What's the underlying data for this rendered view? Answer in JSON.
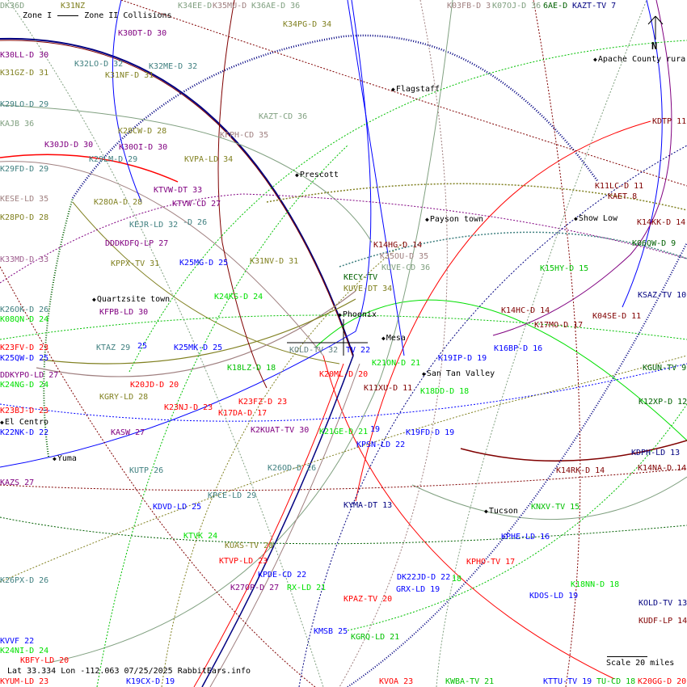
{
  "legend": {
    "zone1": "Zone I",
    "zone2": "Zone II Collisions"
  },
  "footer": "Lat 33.334 Lon -112.063 07/25/2025 RabbitEars.info",
  "scale": "Scale 20 miles",
  "north": "N",
  "colors": {
    "olive": "#808020",
    "purple": "#800080",
    "teal": "#408080",
    "green": "#00c000",
    "brightgreen": "#00e000",
    "red": "#ff0000",
    "darkred": "#800000",
    "blue": "#0000ff",
    "navy": "#000080",
    "greygreen": "#80a080",
    "mauve": "#a08080",
    "darkgreen": "#006000"
  },
  "cities": [
    "Flagstaff",
    "Apache County rura",
    "Prescott",
    "Payson town",
    "Show Low",
    "Quartzsite town",
    "Phoenix",
    "Mesa",
    "San Tan Valley",
    "El Centro",
    "Yuma",
    "Tucson"
  ],
  "stations": [
    {
      "label": "DK36D",
      "color": "#80a080"
    },
    {
      "label": "K31NZ",
      "color": "#808020"
    },
    {
      "label": "K34EE-D",
      "color": "#80a080"
    },
    {
      "label": "K35MU-D",
      "color": "#a08080"
    },
    {
      "label": "K36AE-D 36",
      "color": "#80a080"
    },
    {
      "label": "K30DT-D 30",
      "color": "#800080"
    },
    {
      "label": "K34PG-D 34",
      "color": "#808020"
    },
    {
      "label": "K30LL-D 30",
      "color": "#800080"
    },
    {
      "label": "K32LO-D 32",
      "color": "#408080"
    },
    {
      "label": "K32ME-D 32",
      "color": "#408080"
    },
    {
      "label": "K31GZ-D 31",
      "color": "#808020"
    },
    {
      "label": "K31NF-D 31",
      "color": "#808020"
    },
    {
      "label": "K29LO-D 29",
      "color": "#408080"
    },
    {
      "label": "KAJB 36",
      "color": "#80a080"
    },
    {
      "label": "KAZT-CD 36",
      "color": "#80a080"
    },
    {
      "label": "K28CW-D 28",
      "color": "#808020"
    },
    {
      "label": "KFPH-CD 35",
      "color": "#a08080"
    },
    {
      "label": "K30JD-D 30",
      "color": "#800080"
    },
    {
      "label": "K30OI-D 30",
      "color": "#800080"
    },
    {
      "label": "K29LM-D 29",
      "color": "#408080"
    },
    {
      "label": "KVPA-LD 34",
      "color": "#808020"
    },
    {
      "label": "K29FD-D 29",
      "color": "#408080"
    },
    {
      "label": "KTVW-DT 33",
      "color": "#800080"
    },
    {
      "label": "KESE-LD 35",
      "color": "#a08080"
    },
    {
      "label": "K28OA-D 28",
      "color": "#808020"
    },
    {
      "label": "KTVW-CD 27",
      "color": "#800080"
    },
    {
      "label": "K28PO-D 28",
      "color": "#808020"
    },
    {
      "label": "KEJR-LD 32",
      "color": "#408080"
    },
    {
      "label": "-D 26",
      "color": "#408080"
    },
    {
      "label": "DDDKDFQ-LP 27",
      "color": "#800080"
    },
    {
      "label": "K33MD-D 33",
      "color": "#a06090"
    },
    {
      "label": "KPPX-TV 31",
      "color": "#808020"
    },
    {
      "label": "K25MG-D 25",
      "color": "#0000ff"
    },
    {
      "label": "K31NV-D 31",
      "color": "#808020"
    },
    {
      "label": "K24KS-D 24",
      "color": "#00e000"
    },
    {
      "label": "KFPB-LD 30",
      "color": "#800080"
    },
    {
      "label": "K26OK-D 26",
      "color": "#408080"
    },
    {
      "label": "K08QN-D 24",
      "color": "#00e000"
    },
    {
      "label": "KTAZ 29",
      "color": "#408080"
    },
    {
      "label": "25",
      "color": "#0000ff"
    },
    {
      "label": "K25MK-D 25",
      "color": "#0000ff"
    },
    {
      "label": "K23FV-D 23",
      "color": "#ff0000"
    },
    {
      "label": "K25QW-D 25",
      "color": "#0000ff"
    },
    {
      "label": "KOLD-TV 32",
      "color": "#608080"
    },
    {
      "label": "TV 22",
      "color": "#0000ff"
    },
    {
      "label": "K18LZ-D 18",
      "color": "#00c000"
    },
    {
      "label": "DDKYPO-LD 27",
      "color": "#800080"
    },
    {
      "label": "K20ML-D 20",
      "color": "#ff0000"
    },
    {
      "label": "K24NG-D 24",
      "color": "#00e000"
    },
    {
      "label": "K20JD-D 20",
      "color": "#ff0000"
    },
    {
      "label": "KGRY-LD 28",
      "color": "#808020"
    },
    {
      "label": "K23NJ-D 23",
      "color": "#ff0000"
    },
    {
      "label": "K23FZ-D 23",
      "color": "#ff0000"
    },
    {
      "label": "K17DA-D 17",
      "color": "#ff0000"
    },
    {
      "label": "K23BJ-D 23",
      "color": "#ff0000"
    },
    {
      "label": "K22NK-D 22",
      "color": "#0000ff"
    },
    {
      "label": "KASW 27",
      "color": "#800080"
    },
    {
      "label": "K2KUAT-TV 30",
      "color": "#800080"
    },
    {
      "label": "K21GE-D 21",
      "color": "#00e000"
    },
    {
      "label": "19",
      "color": "#0000ff"
    },
    {
      "label": "KAZS 27",
      "color": "#800080"
    },
    {
      "label": "KUTP 26",
      "color": "#408080"
    },
    {
      "label": "K26OD-D 26",
      "color": "#408080"
    },
    {
      "label": "KPCE-LD 29",
      "color": "#408080"
    },
    {
      "label": "KDVD-LD 25",
      "color": "#0000ff"
    },
    {
      "label": "KTVK 24",
      "color": "#00e000"
    },
    {
      "label": "KUAS-TV 28",
      "color": "#808020"
    },
    {
      "label": "KTVP-LD 23",
      "color": "#ff0000"
    },
    {
      "label": "K26PX-D 26",
      "color": "#408080"
    },
    {
      "label": "KPDE-CD 22",
      "color": "#0000ff"
    },
    {
      "label": "K27OP-D 27",
      "color": "#800080"
    },
    {
      "label": "RX-LD 21",
      "color": "#00e000"
    },
    {
      "label": "KMSB 25",
      "color": "#0000ff"
    },
    {
      "label": "KVVF 22",
      "color": "#0000ff"
    },
    {
      "label": "K24NI-D 24",
      "color": "#00e000"
    },
    {
      "label": "KBFY-LD 20",
      "color": "#ff0000"
    },
    {
      "label": "KYUM-LD 23",
      "color": "#ff0000"
    },
    {
      "label": "K19CX-D 19",
      "color": "#0000ff"
    },
    {
      "label": "K03FB-D 3",
      "color": "#a08080"
    },
    {
      "label": "K07OJ-D 36",
      "color": "#80a080"
    },
    {
      "label": "6AE-D",
      "color": "#006000"
    },
    {
      "label": "KAZT-TV 7",
      "color": "#000080"
    },
    {
      "label": "KDTP 11",
      "color": "#800000"
    },
    {
      "label": "K11LC-D 11",
      "color": "#800000"
    },
    {
      "label": "KAET 8",
      "color": "#800000"
    },
    {
      "label": "K14KK-D 14",
      "color": "#800000"
    },
    {
      "label": "K06QW-D 9",
      "color": "#006000"
    },
    {
      "label": "K14HG-D 14",
      "color": "#800000"
    },
    {
      "label": "K35OU-D 35",
      "color": "#a08080"
    },
    {
      "label": "KUVE-CD 36",
      "color": "#80a080"
    },
    {
      "label": "KECY-TV",
      "color": "#006000"
    },
    {
      "label": "KUVE-DT 34",
      "color": "#808020"
    },
    {
      "label": "K15HY-D 15",
      "color": "#00c000"
    },
    {
      "label": "KSAZ-TV 10",
      "color": "#000080"
    },
    {
      "label": "K14HC-D 14",
      "color": "#800000"
    },
    {
      "label": "K04SE-D 11",
      "color": "#800000"
    },
    {
      "label": "K17MO-D 17",
      "color": "#800000"
    },
    {
      "label": "K16BP-D 16",
      "color": "#0000ff"
    },
    {
      "label": "K19IP-D 19",
      "color": "#0000ff"
    },
    {
      "label": "K21ON-D 21",
      "color": "#00e000"
    },
    {
      "label": "KGUN-TV 9",
      "color": "#006000"
    },
    {
      "label": "K11XU-D 11",
      "color": "#800000"
    },
    {
      "label": "K18DD-D 18",
      "color": "#00e000"
    },
    {
      "label": "K12XP-D 12",
      "color": "#006000"
    },
    {
      "label": "K19FD-D 19",
      "color": "#0000ff"
    },
    {
      "label": "KPSN-LD 22",
      "color": "#0000ff"
    },
    {
      "label": "KDPH-LD 13",
      "color": "#000080"
    },
    {
      "label": "K14RK-D 14",
      "color": "#800000"
    },
    {
      "label": "K14NA-D 14",
      "color": "#800000"
    },
    {
      "label": "KYMA-DT 13",
      "color": "#000080"
    },
    {
      "label": "KNXV-TV 15",
      "color": "#00c000"
    },
    {
      "label": "KPHE-LD 16",
      "color": "#0000ff"
    },
    {
      "label": "KPHO-TV 17",
      "color": "#ff0000"
    },
    {
      "label": "DK22JD-D 22",
      "color": "#0000ff"
    },
    {
      "label": "18",
      "color": "#00e000"
    },
    {
      "label": "K18NN-D 18",
      "color": "#00e000"
    },
    {
      "label": "GRX-LD 19",
      "color": "#0000ff"
    },
    {
      "label": "KPAZ-TV 20",
      "color": "#ff0000"
    },
    {
      "label": "KDOS-LD 19",
      "color": "#0000ff"
    },
    {
      "label": "KOLD-TV 13",
      "color": "#000080"
    },
    {
      "label": "KUDF-LP 14",
      "color": "#800000"
    },
    {
      "label": "KGRQ-LD 21",
      "color": "#00c000"
    },
    {
      "label": "KVOA 23",
      "color": "#ff0000"
    },
    {
      "label": "KWBA-TV 21",
      "color": "#00c000"
    },
    {
      "label": "KTTU-TV 19",
      "color": "#0000ff"
    },
    {
      "label": "TU-CD 18",
      "color": "#00c000"
    },
    {
      "label": "K20GG-D 20",
      "color": "#ff0000"
    }
  ]
}
